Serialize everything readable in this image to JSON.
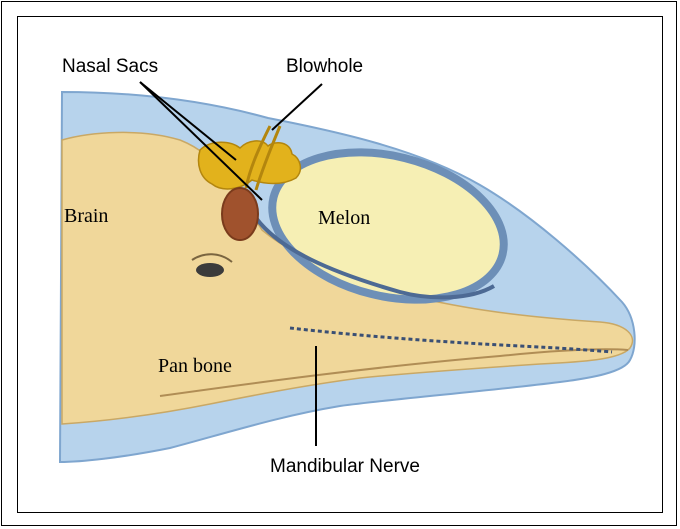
{
  "labels": {
    "nasal_sacs": "Nasal Sacs",
    "blowhole": "Blowhole",
    "brain": "Brain",
    "melon": "Melon",
    "pan_bone": "Pan bone",
    "mandibular_nerve": "Mandibular Nerve"
  },
  "colors": {
    "skin_blue": "#b7d3ec",
    "skin_edge": "#7fa6cf",
    "skull_tan": "#f0d79a",
    "melon_yellow": "#f6efb4",
    "nasal_sac_yellow": "#e2b21c",
    "nerve_dark": "#3a4f74",
    "leader_line": "#000000"
  }
}
